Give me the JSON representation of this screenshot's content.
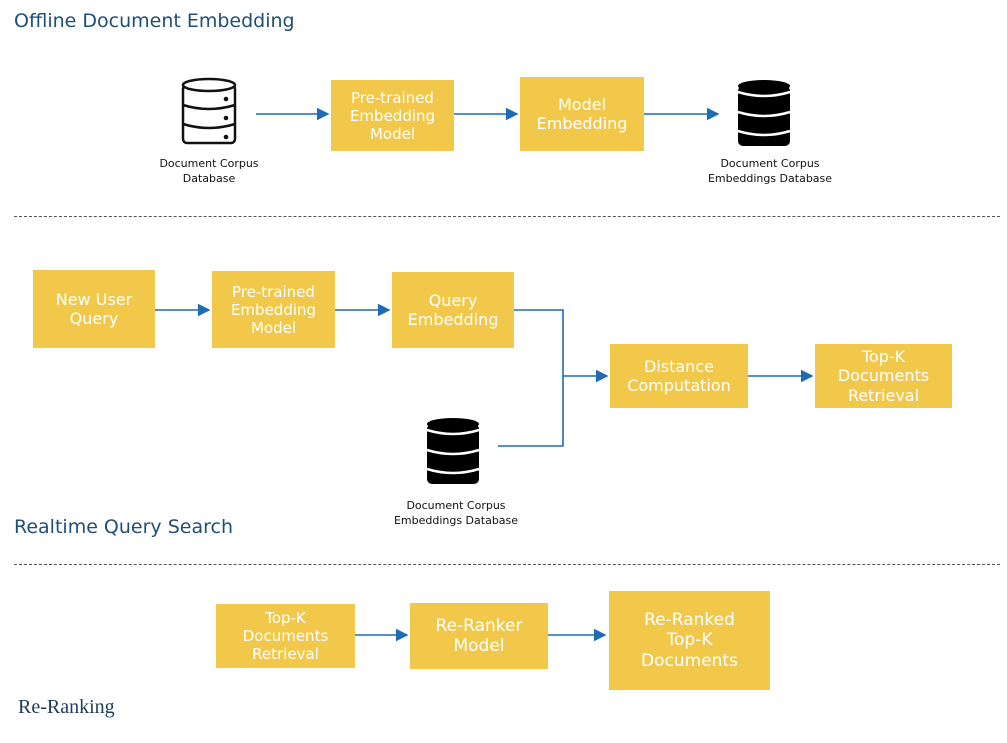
{
  "sections": {
    "offline_title": "Offline Document Embedding",
    "realtime_title": "Realtime Query Search",
    "rerank_title": "Re-Ranking"
  },
  "offline": {
    "db_label": "Document Corpus\nDatabase",
    "pretrained": "Pre-trained\nEmbedding\nModel",
    "model_embedding": "Model\nEmbedding",
    "emb_db_label": "Document Corpus\nEmbeddings Database"
  },
  "realtime": {
    "new_user_query": "New User\nQuery",
    "pretrained": "Pre-trained\nEmbedding\nModel",
    "query_embedding": "Query\nEmbedding",
    "distance": "Distance\nComputation",
    "topk": "Top-K\nDocuments\nRetrieval",
    "emb_db_label": "Document Corpus\nEmbeddings Database"
  },
  "rerank": {
    "topk": "Top-K\nDocuments\nRetrieval",
    "reranker": "Re-Ranker\nModel",
    "reranked": "Re-Ranked\nTop-K\nDocuments"
  },
  "colors": {
    "box": "#f2c84b",
    "arrow": "#1f6bb5",
    "title": "#1f4e79"
  }
}
